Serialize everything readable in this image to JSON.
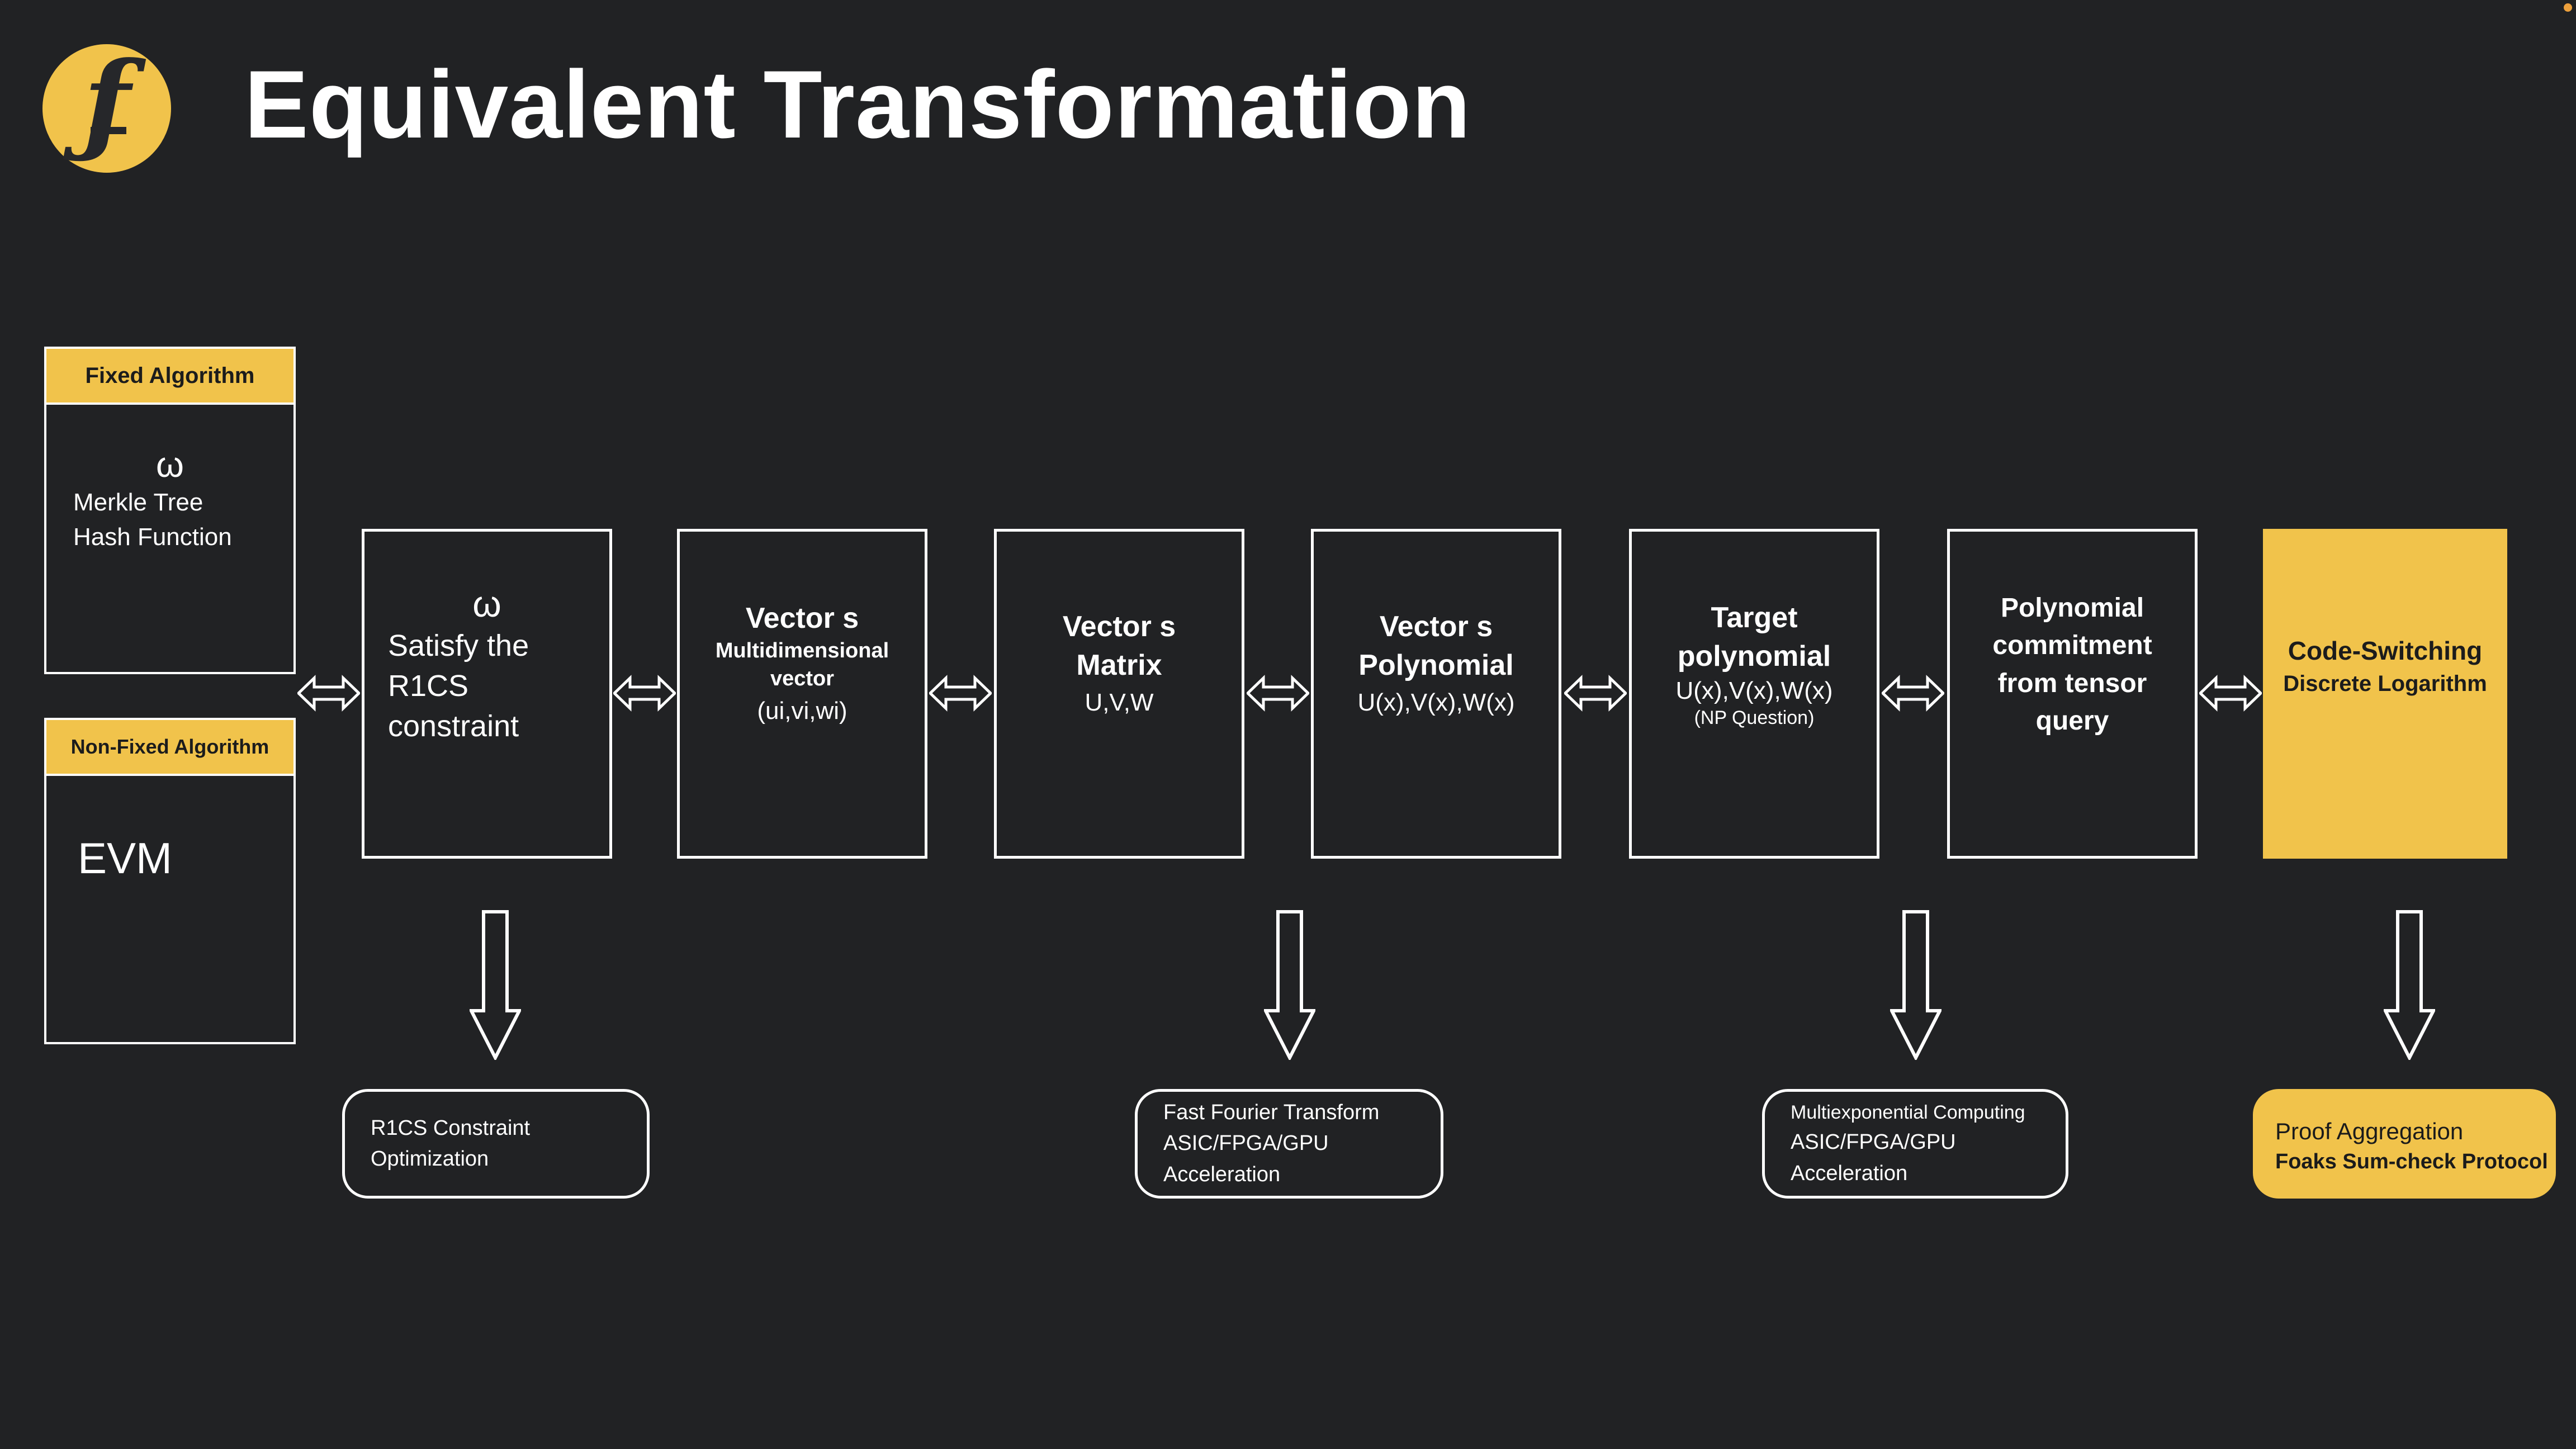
{
  "colors": {
    "background": "#212224",
    "accent_yellow": "#F1C34B",
    "border_white": "#FFFFFF",
    "text_dark": "#1C1C1C",
    "corner_dot_orange": "#EDA03C"
  },
  "header": {
    "title": "Equivalent Transformation",
    "logo_glyph": "ƒ"
  },
  "fixed_box": {
    "header": "Fixed Algorithm",
    "symbol": "ω",
    "line1": "Merkle Tree",
    "line2": "Hash Function"
  },
  "nonfixed_box": {
    "header": "Non-Fixed Algorithm",
    "body": "EVM"
  },
  "chain": {
    "box1": {
      "symbol": "ω",
      "line1": "Satisfy the",
      "line2": "R1CS",
      "line3": "constraint"
    },
    "box2": {
      "title": "Vector s",
      "sub1": "Multidimensional",
      "sub2": "vector",
      "detail": "(ui,vi,wi)"
    },
    "box3": {
      "title": "Vector s",
      "sub": "Matrix",
      "detail": "U,V,W"
    },
    "box4": {
      "title": "Vector s",
      "sub": "Polynomial",
      "detail": "U(x),V(x),W(x)"
    },
    "box5": {
      "title1": "Target",
      "title2": "polynomial",
      "detail": "U(x),V(x),W(x)",
      "note": "(NP Question)"
    },
    "box6": {
      "line1": "Polynomial",
      "line2": "commitment",
      "line3": "from tensor",
      "line4": "query"
    },
    "box7": {
      "title": "Code-Switching",
      "sub": "Discrete Logarithm"
    }
  },
  "callouts": {
    "callout1": {
      "line1": "R1CS Constraint",
      "line2": "Optimization"
    },
    "callout2": {
      "line1": "Fast Fourier Transform",
      "line2": "ASIC/FPGA/GPU",
      "line3": "Acceleration"
    },
    "callout3": {
      "line1": "Multiexponential Computing",
      "line2": "ASIC/FPGA/GPU",
      "line3": "Acceleration"
    },
    "callout4": {
      "line1": "Proof Aggregation",
      "line2": "Foaks Sum-check Protocol"
    }
  }
}
